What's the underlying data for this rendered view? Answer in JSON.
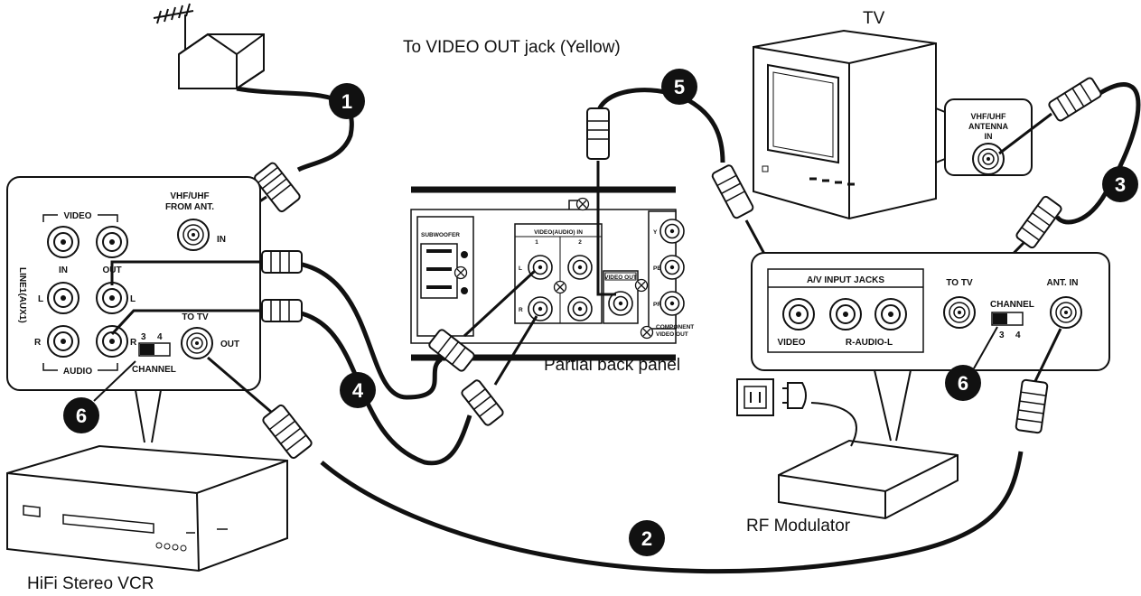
{
  "captions": {
    "tv": "TV",
    "video_out_note": "To VIDEO OUT jack (Yellow)",
    "back_panel": "Partial back panel",
    "rf_modulator": "RF Modulator",
    "vcr": "HiFi Stereo VCR"
  },
  "vcr_panel": {
    "video": "VIDEO",
    "in": "IN",
    "out": "OUT",
    "l_left": "L",
    "l_right": "L",
    "r_left": "R",
    "r_right": "R",
    "audio": "AUDIO",
    "line1": "LINE1(AUX1)",
    "ant_top": "VHF/UHF",
    "ant_bottom": "FROM ANT.",
    "ant_in": "IN",
    "to_tv": "TO TV",
    "to_tv_out": "OUT",
    "ch3": "3",
    "ch4": "4",
    "channel": "CHANNEL"
  },
  "back_panel": {
    "subwoofer": "SUBWOOFER",
    "video_audio_in": "VIDEO(AUDIO)  IN",
    "col1": "1",
    "col2": "2",
    "l": "L",
    "r": "R",
    "video_out": "VIDEO OUT",
    "y": "Y",
    "pb": "PB",
    "pr": "PR",
    "component1": "COMPONENT",
    "component2": "VIDEO OUT"
  },
  "tv_panel": {
    "l1": "VHF/UHF",
    "l2": "ANTENNA",
    "l3": "IN"
  },
  "rf_panel": {
    "av_input": "A/V INPUT JACKS",
    "video": "VIDEO",
    "audio": "R-AUDIO-L",
    "to_tv": "TO TV",
    "ant_in": "ANT. IN",
    "channel": "CHANNEL",
    "ch3": "3",
    "ch4": "4"
  },
  "steps": [
    "1",
    "2",
    "3",
    "4",
    "5",
    "6",
    "6"
  ]
}
